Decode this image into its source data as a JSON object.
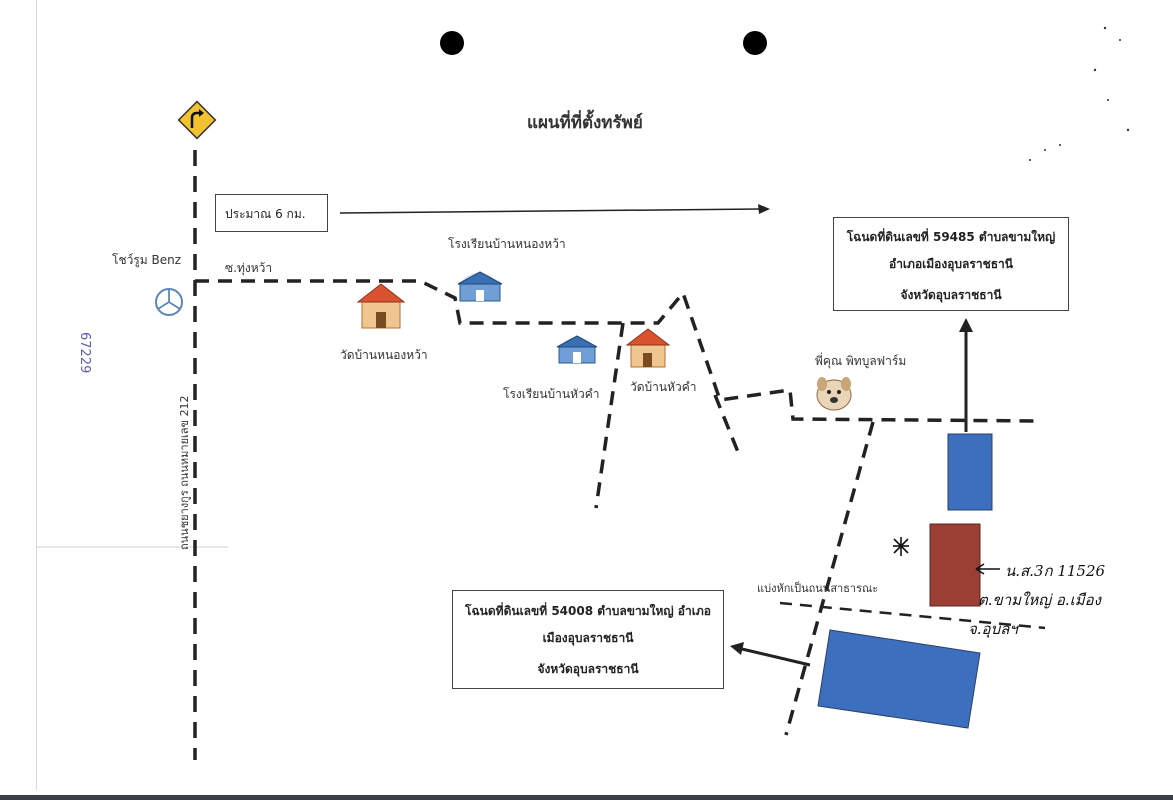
{
  "map": {
    "title": "แผนที่ที่ตั้งทรัพย์",
    "distance_label": "ประมาณ 6 กม.",
    "road_main": "ถนนชยางกูร ถนนหมายเลข 212",
    "soi_label": "ซ.ทุ่งหว้า",
    "showroom_label": "โชว์รูม Benz",
    "school_nongwa": "โรงเรียนบ้านหนองหว้า",
    "temple_nongwa": "วัดบ้านหนองหว้า",
    "school_huakham": "โรงเรียนบ้านหัวคำ",
    "temple_huakham": "วัดบ้านหัวคำ",
    "dog_label": "พี่คุณ พิทบูลฟาร์ม",
    "public_road_label": "แบ่งหักเป็นถนนสาธารณะ",
    "deed_top": {
      "line1": "โฉนดที่ดินเลขที่ 59485 ตำบลขามใหญ่",
      "line2": "อำเภอเมืองอุบลราชธานี",
      "line3": "จังหวัดอุบลราชธานี"
    },
    "deed_bottom": {
      "line1": "โฉนดที่ดินเลขที่ 54008 ตำบลขามใหญ่ อำเภอ",
      "line2": "เมืองอุบลราชธานี",
      "line3": "จังหวัดอุบลราชธานี"
    },
    "handwritten_line1": "น.ส.3ก 11526",
    "handwritten_line2": "ต.ขามใหญ่ อ.เมือง",
    "handwritten_line3": "จ.อุบลฯ",
    "stamp_number": "67229",
    "colors": {
      "blue_plot": "#3d6fbf",
      "red_plot": "#9b3f35",
      "sign_yellow": "#f2c230"
    }
  }
}
